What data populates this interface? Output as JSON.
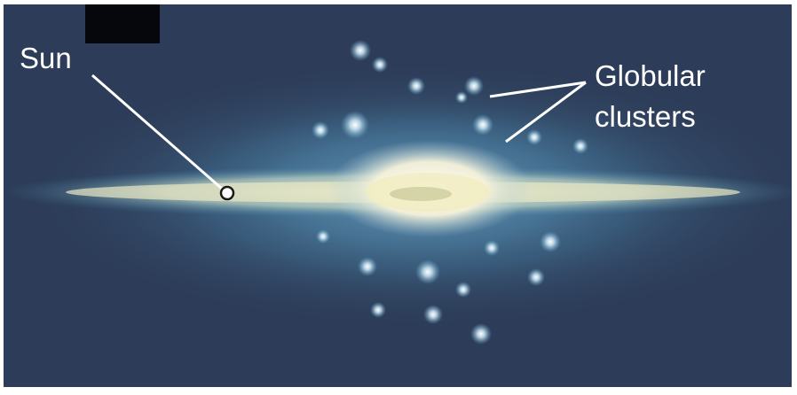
{
  "labels": {
    "sun": "Sun",
    "globular_line1": "Globular",
    "globular_line2": "clusters"
  },
  "colors": {
    "background": "#2d3d59",
    "halo": "#5fa3c7",
    "disk": "#d8dcb0",
    "bulge_core": "#fffbe6",
    "label_text": "#ffffff"
  }
}
